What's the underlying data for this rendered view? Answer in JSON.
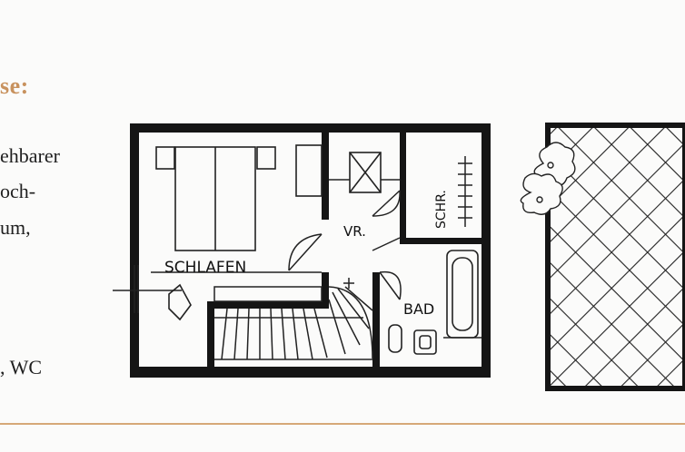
{
  "heading": "se:",
  "text_lines": [
    "ehbarer",
    "och-",
    "um,",
    ", WC"
  ],
  "plan_labels": {
    "bedroom": "SCHLAFEN",
    "hall": "VR.",
    "closet": "SCHR.",
    "bath": "BAD"
  },
  "colors": {
    "heading": "#c8925e",
    "rule": "#d6a878",
    "walls": "#151515"
  }
}
